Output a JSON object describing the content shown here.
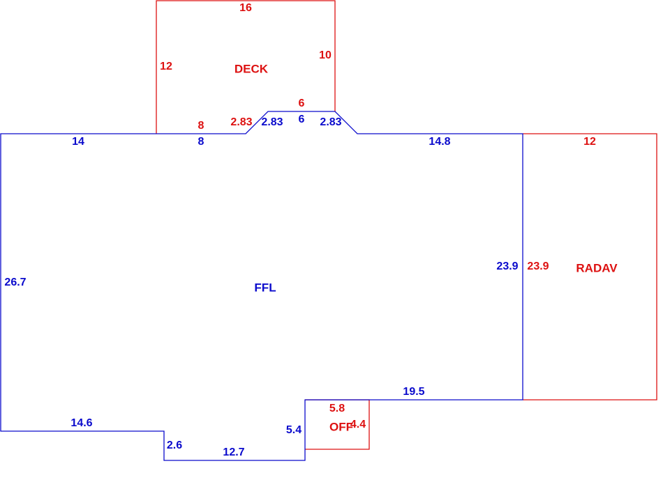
{
  "colors": {
    "primary": "#0a0acc",
    "secondary": "#dd1111",
    "background": "#ffffff"
  },
  "areas": {
    "ffl": {
      "name": "FFL",
      "dims": {
        "top_left": "14",
        "top_notch_left": "8",
        "top_notch_diag_left": "2.83",
        "top_notch_flat": "6",
        "top_notch_diag_right": "2.83",
        "top_right": "14.8",
        "right": "23.9",
        "left": "26.7",
        "bottom_right": "19.5",
        "step_left": "5.4",
        "bottom_middle": "12.7",
        "step_vertical": "2.6",
        "bottom_left": "14.6"
      }
    },
    "deck": {
      "name": "DECK",
      "dims": {
        "top": "16",
        "left": "12",
        "right": "10",
        "bottom_left": "8",
        "diag_left": "2.83",
        "bottom_flat": "6"
      }
    },
    "radav": {
      "name": "RADAV",
      "dims": {
        "top": "12",
        "left": "23.9"
      }
    },
    "off": {
      "name": "OFF",
      "dims": {
        "top": "5.8",
        "right": "4.4"
      }
    }
  }
}
